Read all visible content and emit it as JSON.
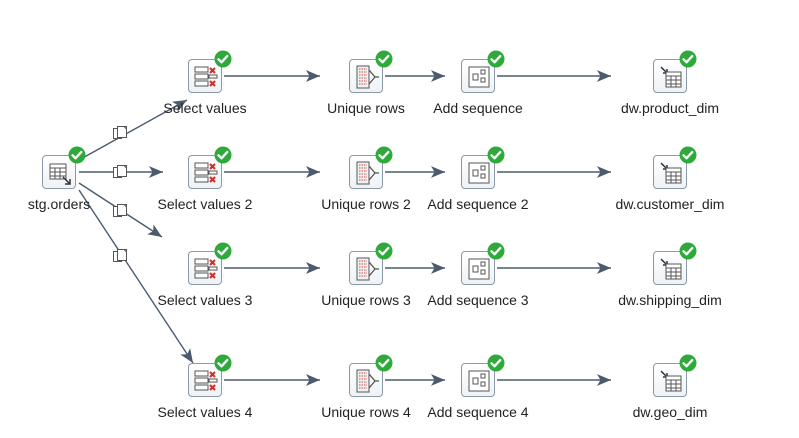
{
  "diagram": {
    "source": {
      "label": "stg.orders",
      "icon": "table-input-icon",
      "status": "success"
    },
    "rows": [
      {
        "select": "Select values",
        "unique": "Unique rows",
        "sequence": "Add sequence",
        "output": "dw.product_dim"
      },
      {
        "select": "Select values 2",
        "unique": "Unique rows 2",
        "sequence": "Add sequence 2",
        "output": "dw.customer_dim"
      },
      {
        "select": "Select values 3",
        "unique": "Unique rows 3",
        "sequence": "Add sequence 3",
        "output": "dw.shipping_dim"
      },
      {
        "select": "Select values 4",
        "unique": "Unique rows 4",
        "sequence": "Add sequence 4",
        "output": "dw.geo_dim"
      }
    ],
    "step_icons": {
      "select": "select-values-icon",
      "unique": "unique-rows-icon",
      "sequence": "add-sequence-icon",
      "output": "table-output-icon"
    },
    "hop_icon": "copy-rows-icon",
    "colors": {
      "hop_line": "#4a5b6e",
      "status_ok": "#2eaa3a",
      "icon_border": "#8b9aa8",
      "select_x": "#d42a2a"
    }
  }
}
